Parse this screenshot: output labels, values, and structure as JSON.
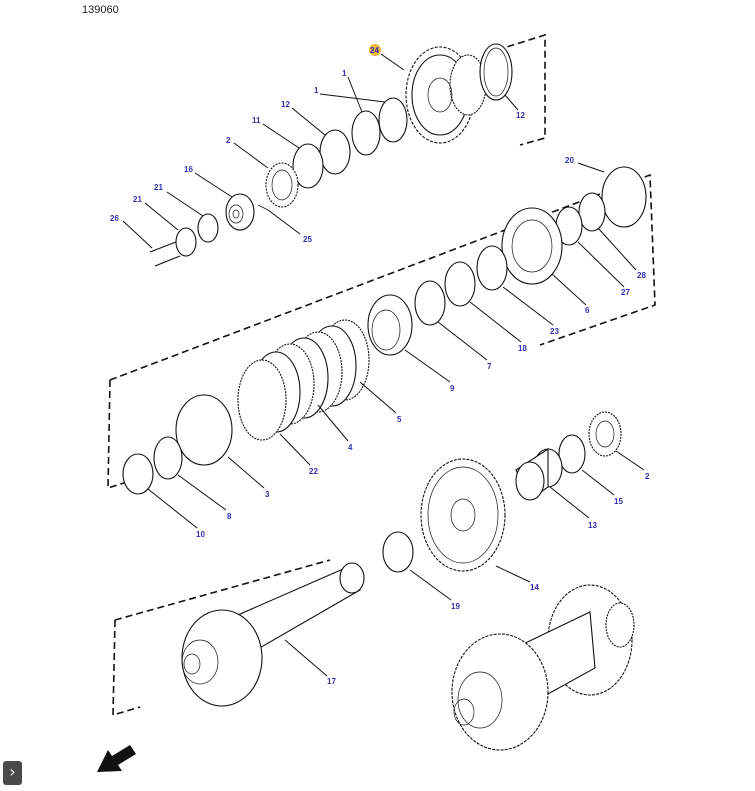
{
  "figure_id": "139060",
  "callouts": [
    {
      "label": "24",
      "highlight": true
    },
    {
      "label": "1"
    },
    {
      "label": "1"
    },
    {
      "label": "12"
    },
    {
      "label": "12"
    },
    {
      "label": "11"
    },
    {
      "label": "2"
    },
    {
      "label": "16"
    },
    {
      "label": "21"
    },
    {
      "label": "21"
    },
    {
      "label": "26"
    },
    {
      "label": "25"
    },
    {
      "label": "20"
    },
    {
      "label": "28"
    },
    {
      "label": "27"
    },
    {
      "label": "6"
    },
    {
      "label": "23"
    },
    {
      "label": "18"
    },
    {
      "label": "7"
    },
    {
      "label": "9"
    },
    {
      "label": "5"
    },
    {
      "label": "4"
    },
    {
      "label": "22"
    },
    {
      "label": "3"
    },
    {
      "label": "8"
    },
    {
      "label": "10"
    },
    {
      "label": "2"
    },
    {
      "label": "15"
    },
    {
      "label": "13"
    },
    {
      "label": "14"
    },
    {
      "label": "19"
    },
    {
      "label": "17"
    }
  ],
  "icons": {
    "nav": "chevron-right-icon",
    "direction": "arrow-down-left-icon"
  }
}
